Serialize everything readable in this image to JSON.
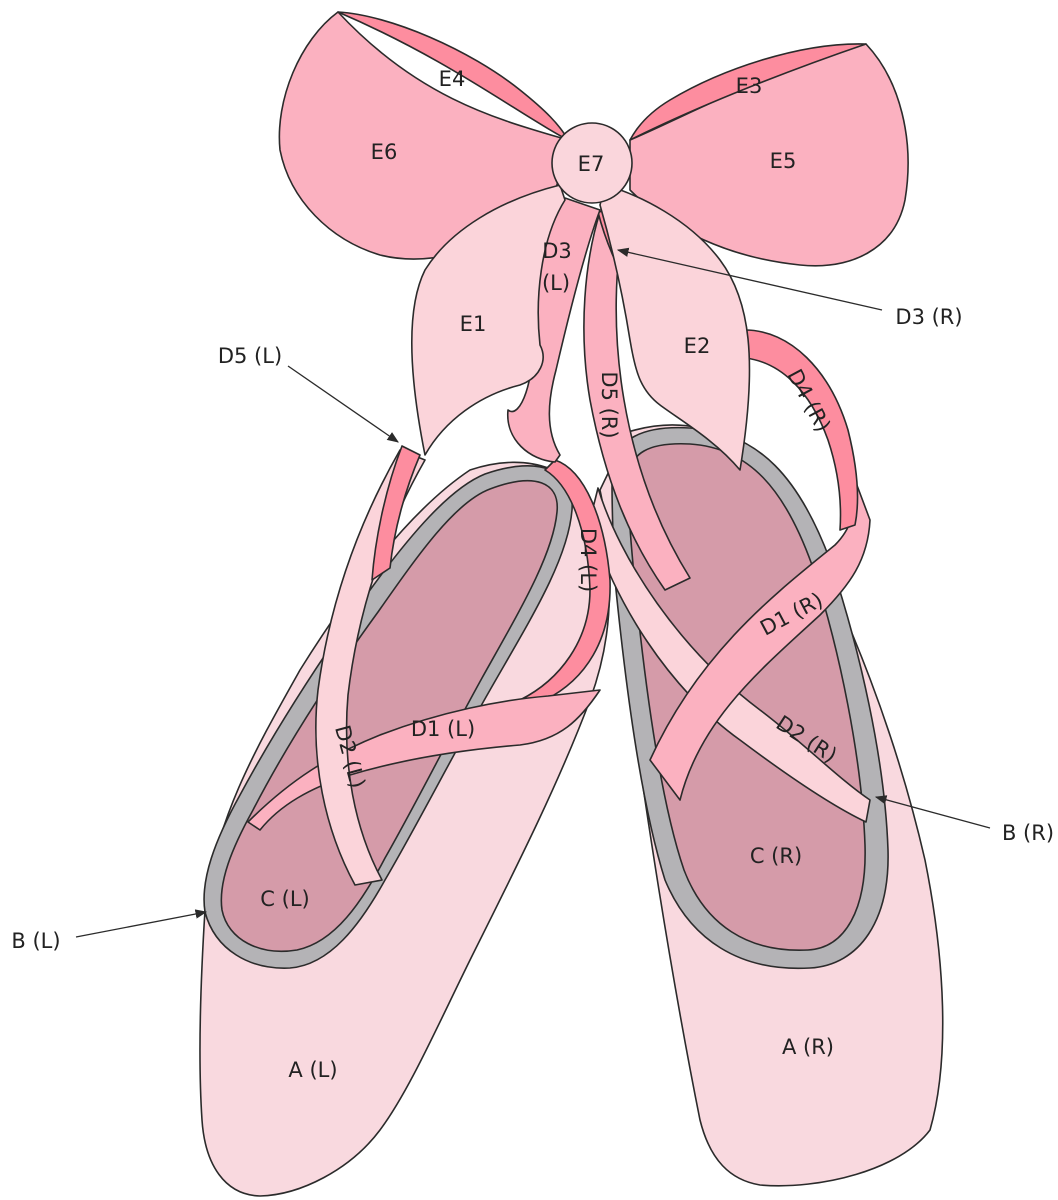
{
  "colors": {
    "shoe": "#f9d9df",
    "inner": "#d59ba9",
    "binding": "#b4b3b6",
    "ribbon_light": "#fbd4da",
    "ribbon_mid": "#fbb1c0",
    "ribbon_dark": "#fd8d9f",
    "bow_center": "#fad6dc"
  },
  "labels": {
    "A_L": "A (L)",
    "A_R": "A (R)",
    "B_L": "B (L)",
    "B_R": "B (R)",
    "C_L": "C (L)",
    "C_R": "C (R)",
    "D1_L": "D1 (L)",
    "D1_R": "D1 (R)",
    "D2_L": "D2 (L)",
    "D2_R": "D2 (R)",
    "D3_L": "D3",
    "D3_L_side": "(L)",
    "D3_R": "D3 (R)",
    "D4_L": "D4 (L)",
    "D4_R": "D4 (R)",
    "D5_L": "D5 (L)",
    "D5_R": "D5 (R)",
    "E1": "E1",
    "E2": "E2",
    "E3": "E3",
    "E4": "E4",
    "E5": "E5",
    "E6": "E6",
    "E7": "E7"
  }
}
